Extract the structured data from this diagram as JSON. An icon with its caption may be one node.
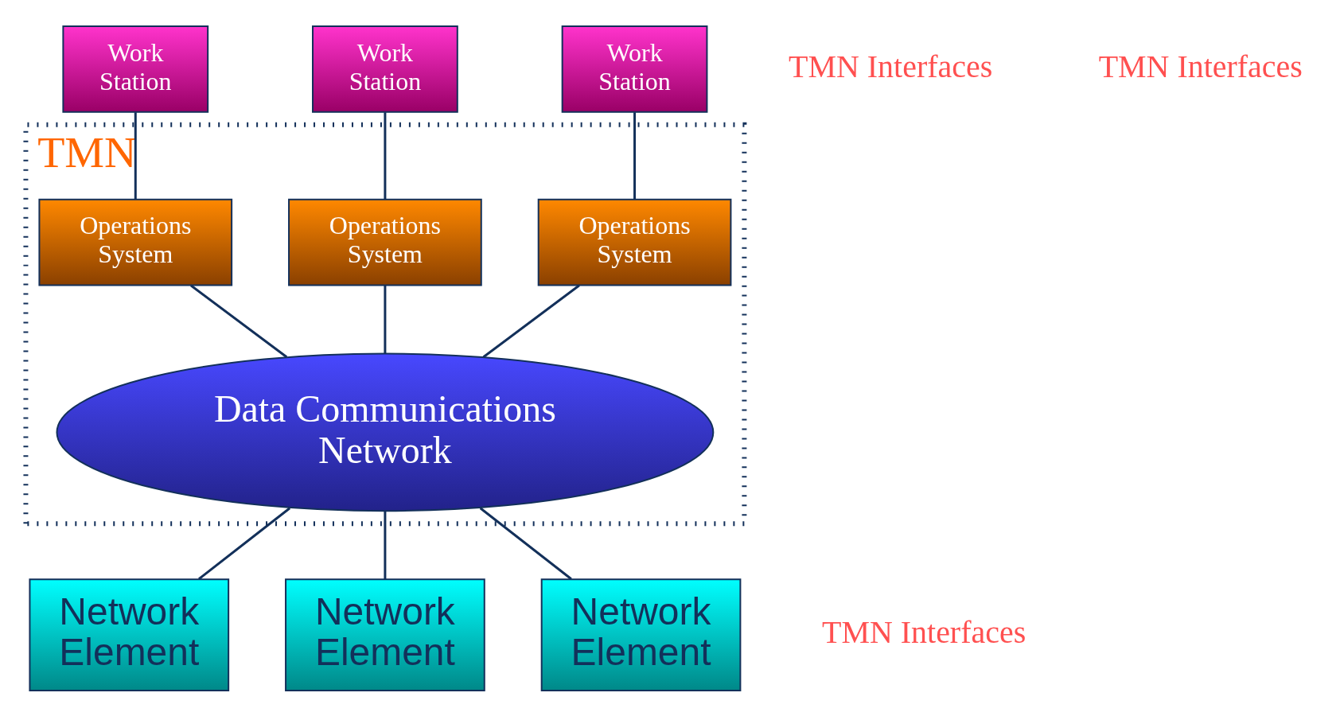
{
  "diagram": {
    "nodes": [
      {
        "text": [
          "TMN"
        ]
      },
      {
        "text": [
          "Work Station"
        ]
      },
      {
        "text": [
          "Work Station"
        ]
      },
      {
        "text": [
          "Work Station"
        ]
      },
      {
        "text": [
          "Operations System"
        ],
        "in": 0
      },
      {
        "text": [
          "Operations System"
        ],
        "in": 0
      },
      {
        "text": [
          "Operations System"
        ],
        "in": 0
      },
      {
        "text": [
          "Data Communications Network"
        ],
        "in": 0
      },
      {
        "text": [
          "Network Element"
        ]
      },
      {
        "text": [
          "Network Element"
        ]
      },
      {
        "text": [
          "Network Element"
        ]
      }
    ],
    "edges": [
      {
        "from": 1,
        "to": 4,
        "arrow": "none"
      },
      {
        "from": 2,
        "to": 5,
        "arrow": "none"
      },
      {
        "from": 3,
        "to": 6,
        "arrow": "none"
      },
      {
        "from": 4,
        "to": 7,
        "arrow": "none"
      },
      {
        "from": 5,
        "to": 7,
        "arrow": "none"
      },
      {
        "from": 6,
        "to": 7,
        "arrow": "none"
      },
      {
        "from": 7,
        "to": 8,
        "arrow": "none"
      },
      {
        "from": 7,
        "to": 9,
        "arrow": "none"
      },
      {
        "from": 7,
        "to": 10,
        "arrow": "none"
      }
    ],
    "labels": [
      "TMN Interfaces",
      "TMN Interfaces",
      "TMN Interfaces"
    ]
  }
}
